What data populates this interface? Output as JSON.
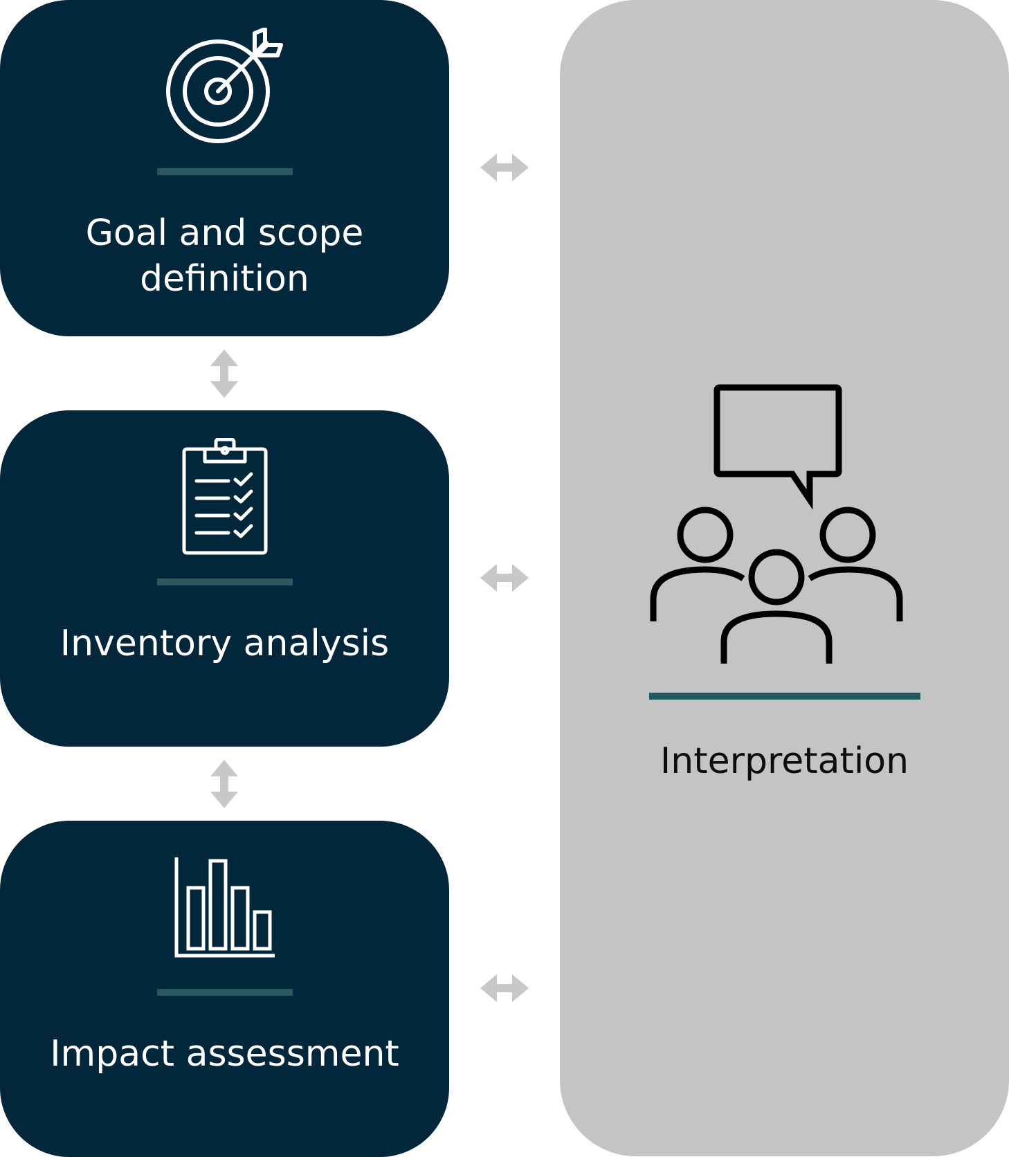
{
  "stages": [
    {
      "label": "Goal and scope definition",
      "icon": "target-icon"
    },
    {
      "label": "Inventory analysis",
      "icon": "clipboard-checklist-icon"
    },
    {
      "label": "Impact assessment",
      "icon": "bar-chart-icon"
    }
  ],
  "interpretation": {
    "label": "Interpretation",
    "icon": "group-discussion-icon"
  },
  "colors": {
    "stage_bg": "#02263a",
    "divider": "#2a5a60",
    "interpretation_bg": "#c4c4c4",
    "arrow": "#c8c8c8",
    "stage_text": "#ffffff",
    "interpretation_text": "#0d0d0d"
  }
}
